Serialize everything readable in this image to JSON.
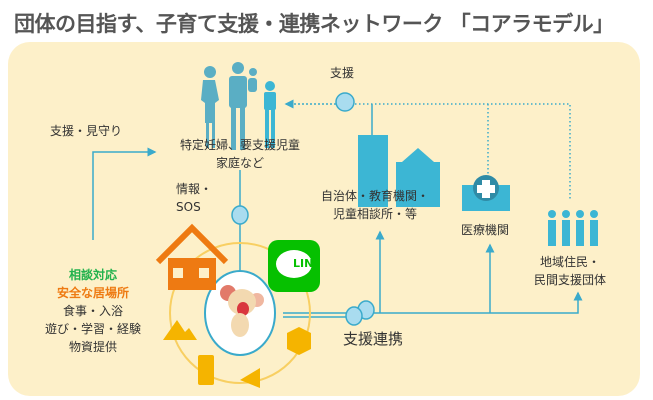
{
  "title": "団体の目指す、子育て支援・連携ネットワーク 「コアラモデル」",
  "labels": {
    "support": "支援",
    "support_watch": "支援・見守り",
    "family_1": "特定妊婦、要支援児童",
    "family_2": "家庭など",
    "info_1": "情報・",
    "info_2": "SOS",
    "gov_1": "自治体・教育機関・",
    "gov_2": "児童相談所・等",
    "medical": "医療機関",
    "community_1": "地域住民・",
    "community_2": "民間支援団体",
    "consult": "相談対応",
    "safe_place": "安全な居場所",
    "services_1": "食事・入浴",
    "services_2": "遊び・学習・経験",
    "services_3": "物資提供",
    "collab": "支援連携",
    "line_logo": "LINE"
  },
  "colors": {
    "accent": "#3aaacb",
    "bubble": "#a9dcef",
    "green": "#22b24c",
    "orange": "#ee7a12",
    "yellow": "#f5b400",
    "panel": "#fdf0c9"
  }
}
